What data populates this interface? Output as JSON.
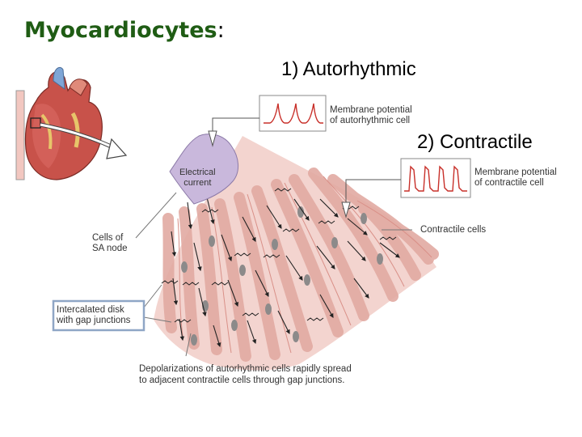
{
  "slide": {
    "title": "Myocardiocytes",
    "title_colon": ":",
    "items": [
      {
        "label": "1) Autorhythmic"
      },
      {
        "label": "2) Contractile"
      }
    ]
  },
  "figure": {
    "labels": {
      "membrane_autorhythmic": [
        "Membrane potential",
        "of autorhythmic cell"
      ],
      "membrane_contractile": [
        "Membrane potential",
        "of contractile cell"
      ],
      "electrical_current": [
        "Electrical",
        "current"
      ],
      "contractile_cells": "Contractile cells",
      "sa_node": [
        "Cells of",
        "SA node"
      ],
      "intercalated_disk": [
        "Intercalated disk",
        "with gap junctions"
      ],
      "caption": [
        "Depolarizations of autorhythmic cells rapidly spread",
        "to adjacent contractile cells through gap junctions."
      ]
    },
    "colors": {
      "title_green": "#1f5c14",
      "cell_pink": "#e2aaa2",
      "sa_node_lavender": "#c9b8dc",
      "trace_red": "#c8302a",
      "label_box_blue": "#8fa6c6"
    }
  }
}
